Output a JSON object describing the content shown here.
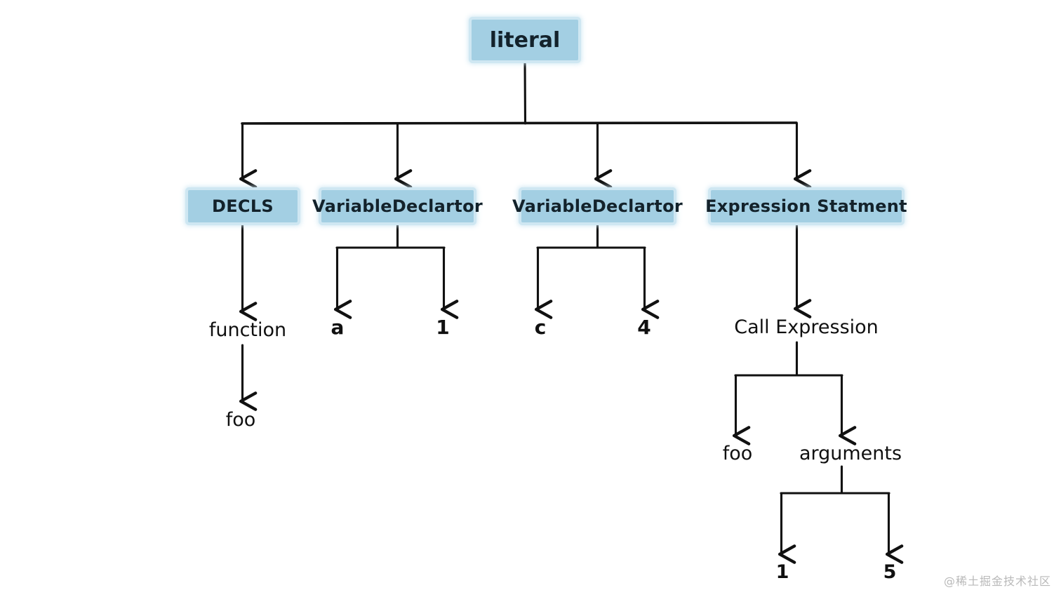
{
  "diagram": {
    "title": "AST tree diagram",
    "background_color": "#ffffff",
    "highlight_color": "#a3cfe3",
    "highlight_glow_color": "#cfe7f2",
    "edge_color": "#111111"
  },
  "nodes": {
    "root": {
      "label": "literal",
      "style": "highlighted"
    },
    "decls": {
      "label": "DECLS",
      "style": "highlighted"
    },
    "var_decl_1": {
      "label": "VariableDeclartor",
      "style": "highlighted"
    },
    "var_decl_2": {
      "label": "VariableDeclartor",
      "style": "highlighted"
    },
    "expr_stmt": {
      "label": "Expression Statment",
      "style": "highlighted"
    },
    "function": {
      "label": "function",
      "style": "plain"
    },
    "foo_decl": {
      "label": "foo",
      "style": "plain"
    },
    "var_a": {
      "label": "a",
      "style": "plain"
    },
    "val_1": {
      "label": "1",
      "style": "plain"
    },
    "var_c": {
      "label": "c",
      "style": "plain"
    },
    "val_4": {
      "label": "4",
      "style": "plain"
    },
    "call_expression": {
      "label": "Call Expression",
      "style": "plain"
    },
    "callee_foo": {
      "label": "foo",
      "style": "plain"
    },
    "arguments": {
      "label": "arguments",
      "style": "plain"
    },
    "arg_1": {
      "label": "1",
      "style": "plain"
    },
    "arg_5": {
      "label": "5",
      "style": "plain"
    }
  },
  "edges": [
    {
      "from": "root",
      "to": "decls"
    },
    {
      "from": "root",
      "to": "var_decl_1"
    },
    {
      "from": "root",
      "to": "var_decl_2"
    },
    {
      "from": "root",
      "to": "expr_stmt"
    },
    {
      "from": "decls",
      "to": "function"
    },
    {
      "from": "function",
      "to": "foo_decl"
    },
    {
      "from": "var_decl_1",
      "to": "var_a"
    },
    {
      "from": "var_decl_1",
      "to": "val_1"
    },
    {
      "from": "var_decl_2",
      "to": "var_c"
    },
    {
      "from": "var_decl_2",
      "to": "val_4"
    },
    {
      "from": "expr_stmt",
      "to": "call_expression"
    },
    {
      "from": "call_expression",
      "to": "callee_foo"
    },
    {
      "from": "call_expression",
      "to": "arguments"
    },
    {
      "from": "arguments",
      "to": "arg_1"
    },
    {
      "from": "arguments",
      "to": "arg_5"
    }
  ],
  "watermark": {
    "text": "@稀土掘金技术社区"
  }
}
